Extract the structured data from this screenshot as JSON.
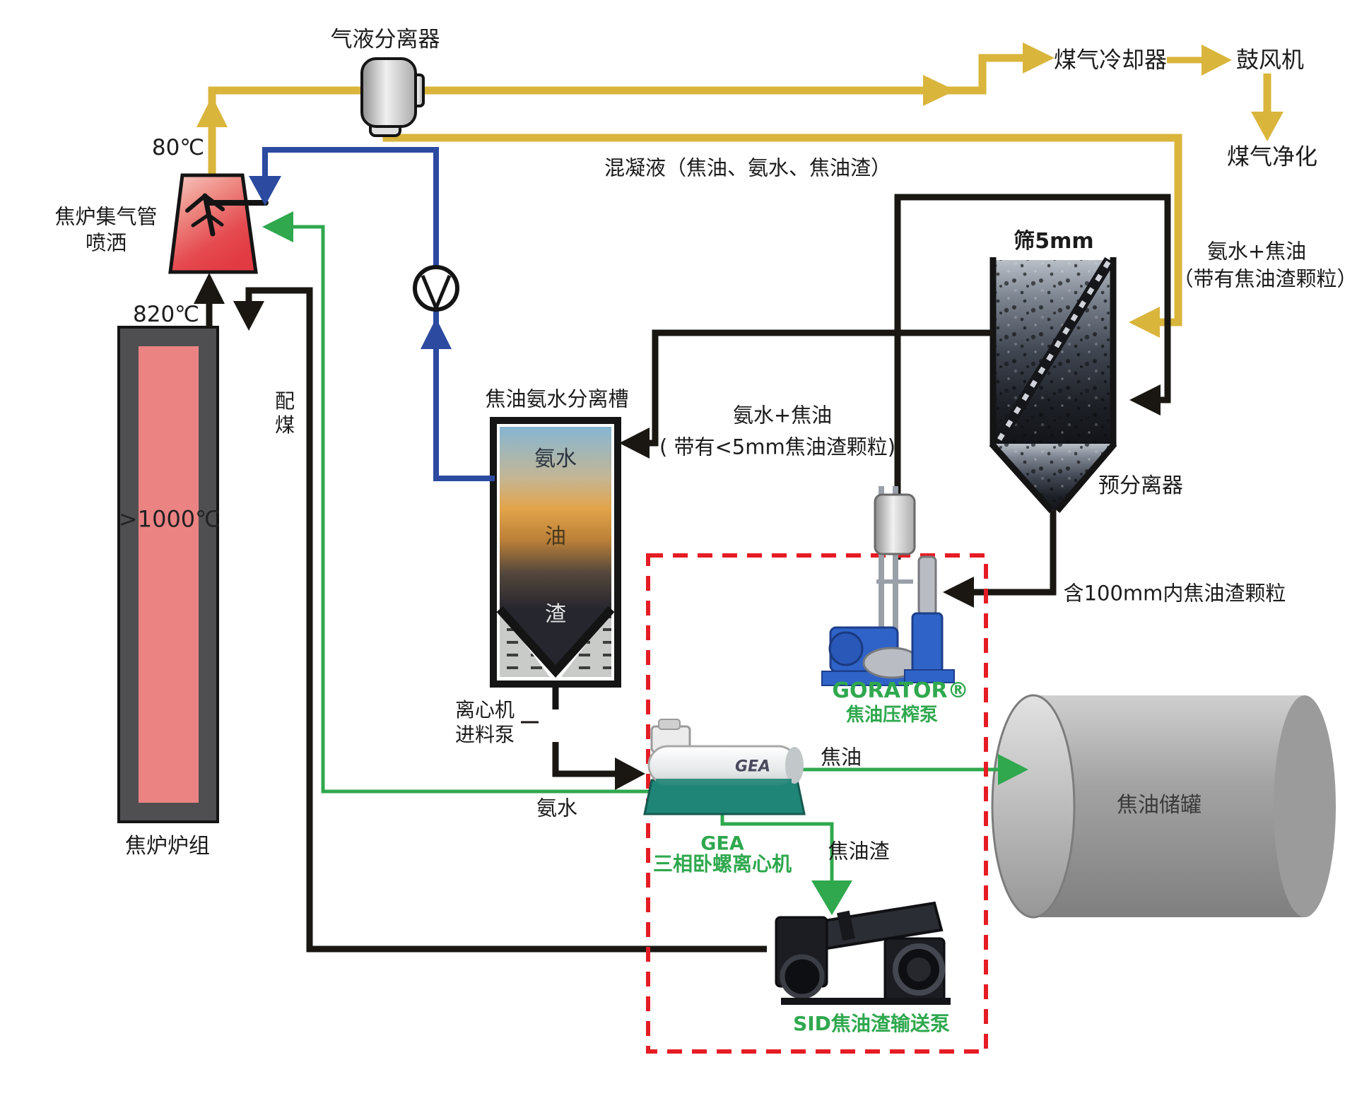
{
  "diagram": {
    "colors": {
      "gas_line": "#d9b53c",
      "black_line": "#1a1712",
      "flushing_line": "#2b4aa0",
      "product_line": "#2fa84e",
      "scope_boundary": "#e51c24",
      "oven_hot": "#ec8383",
      "collecting_main_red": "#e23b44"
    },
    "temperatures": {
      "collecting_main": "80℃",
      "oven_top": "820℃",
      "oven_chamber": ">1000℃"
    },
    "equipment": {
      "gas_liquid_separator": {
        "label": "气液分离器"
      },
      "collecting_main": {
        "label_line1": "焦炉集气管",
        "label_line2": "喷洒"
      },
      "coke_oven": {
        "label": "焦炉炉组",
        "coal_label": "配煤"
      },
      "gas_cooler": {
        "label": "煤气冷却器"
      },
      "blower": {
        "label": "鼓风机"
      },
      "gas_purification": {
        "label": "煤气净化"
      },
      "pre_separator": {
        "sieve_label": "筛5mm",
        "label": "预分离器"
      },
      "separation_tank": {
        "label": "焦油氨水分离槽",
        "layers": [
          "氨水",
          "油",
          "渣"
        ]
      },
      "feed_pump": {
        "label_line1": "离心机",
        "label_line2": "进料泵"
      },
      "gorator_pump": {
        "brand": "GORATOR®",
        "label": "焦油压榨泵"
      },
      "gea_centrifuge": {
        "brand": "GEA",
        "machine_text": "GEA",
        "label": "三相卧螺离心机"
      },
      "sid_pump": {
        "label": "SID焦油渣输送泵"
      },
      "tar_tank": {
        "label": "焦油储罐"
      }
    },
    "streams": {
      "condensate": "混凝液（焦油、氨水、焦油渣）",
      "ammonia_tar_l1": "氨水+焦油",
      "ammonia_tar_l2": "（带有焦油渣颗粒）",
      "ammonia_tar_5mm_l1": "氨水+焦油",
      "ammonia_tar_5mm_l2": "( 带有<5mm焦油渣颗粒)",
      "coarse_residue": "含100mm内焦油渣颗粒",
      "tar": "焦油",
      "ammonia": "氨水",
      "tar_residue": "焦油渣"
    }
  }
}
